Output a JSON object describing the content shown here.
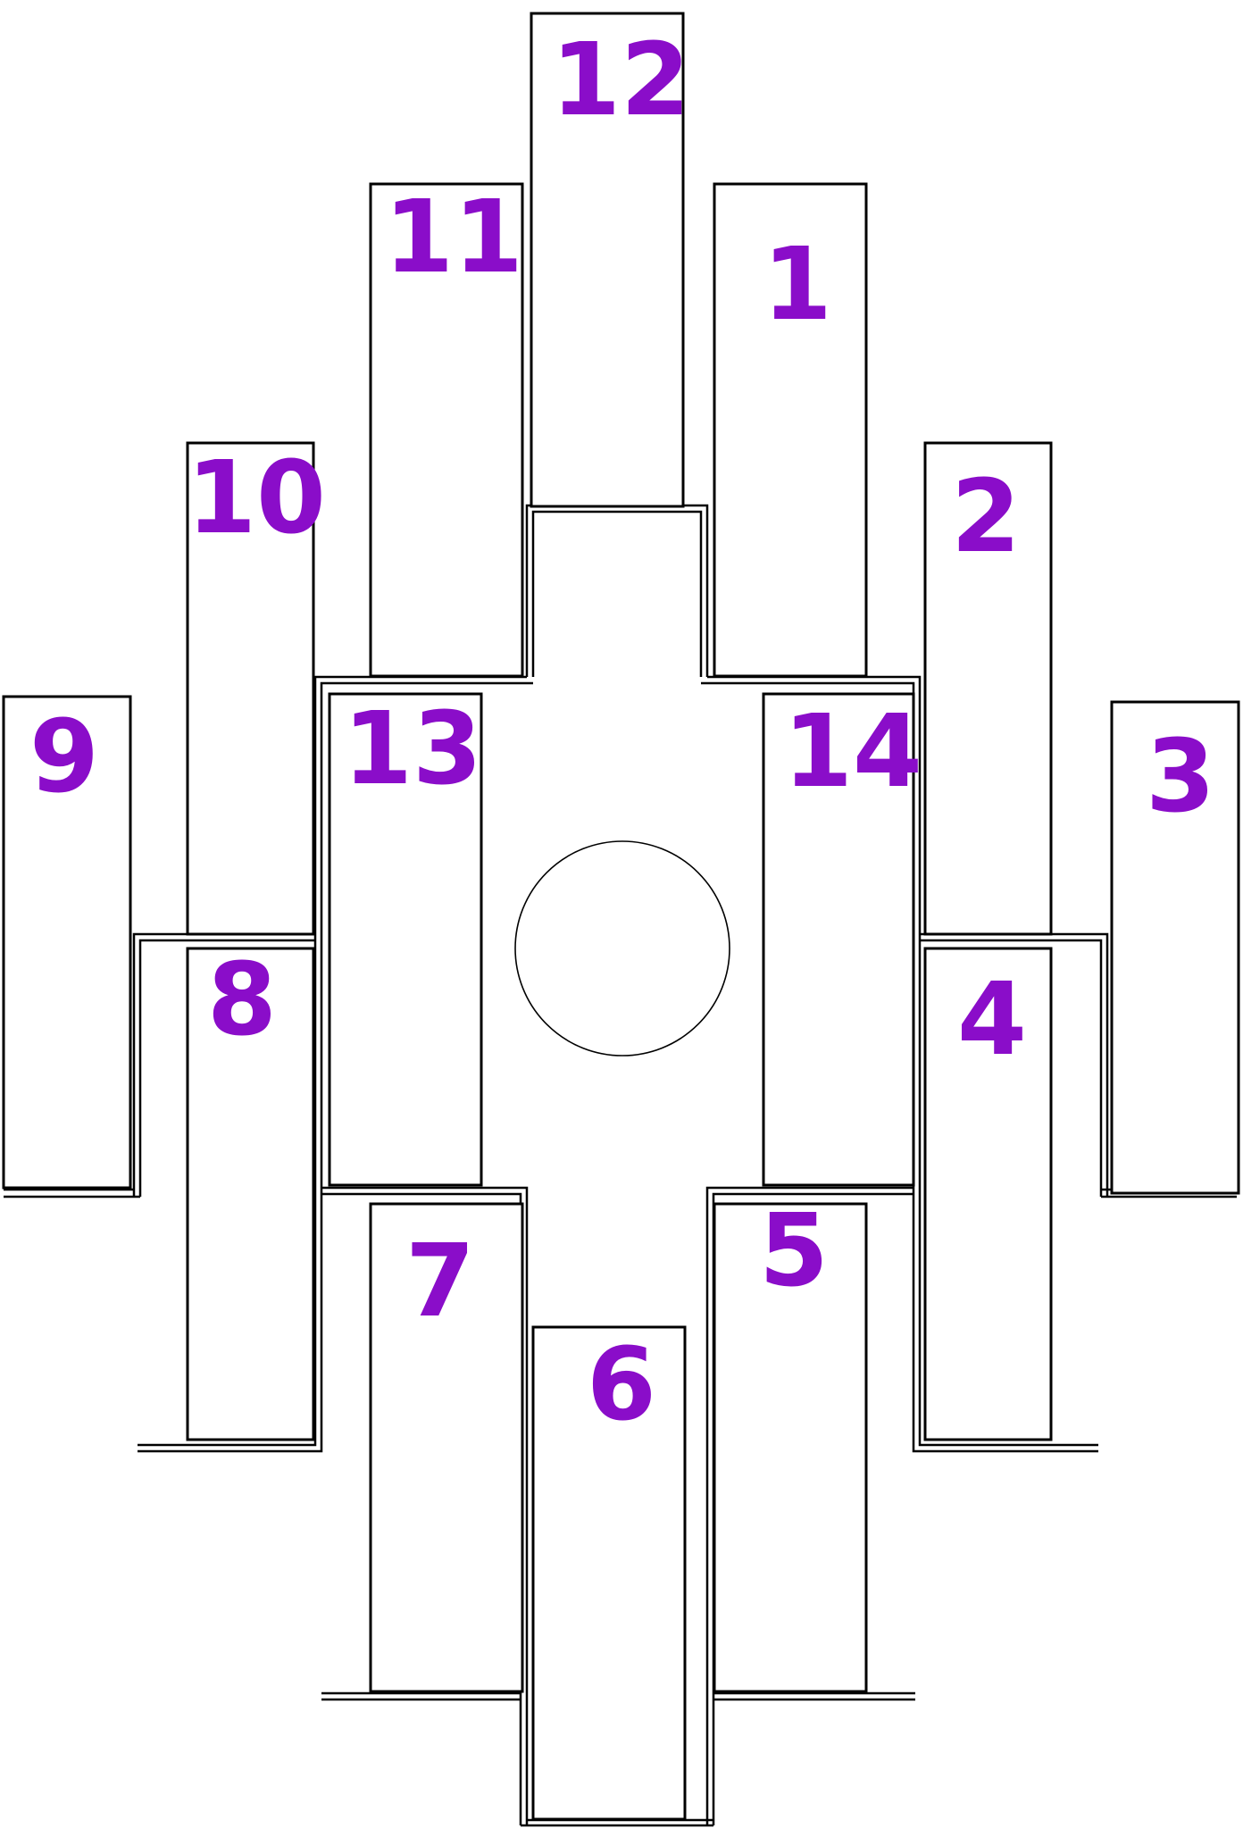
{
  "colors": {
    "label": "#8A0DC9",
    "outline": "#000000",
    "background": "#FFFFFF"
  },
  "slots": [
    {
      "id": "slot-12",
      "label": "12"
    },
    {
      "id": "slot-11",
      "label": "11"
    },
    {
      "id": "slot-1",
      "label": "1"
    },
    {
      "id": "slot-10",
      "label": "10"
    },
    {
      "id": "slot-2",
      "label": "2"
    },
    {
      "id": "slot-9",
      "label": "9"
    },
    {
      "id": "slot-13",
      "label": "13"
    },
    {
      "id": "slot-14",
      "label": "14"
    },
    {
      "id": "slot-3",
      "label": "3"
    },
    {
      "id": "slot-8",
      "label": "8"
    },
    {
      "id": "slot-4",
      "label": "4"
    },
    {
      "id": "slot-7",
      "label": "7"
    },
    {
      "id": "slot-5",
      "label": "5"
    },
    {
      "id": "slot-6",
      "label": "6"
    }
  ]
}
